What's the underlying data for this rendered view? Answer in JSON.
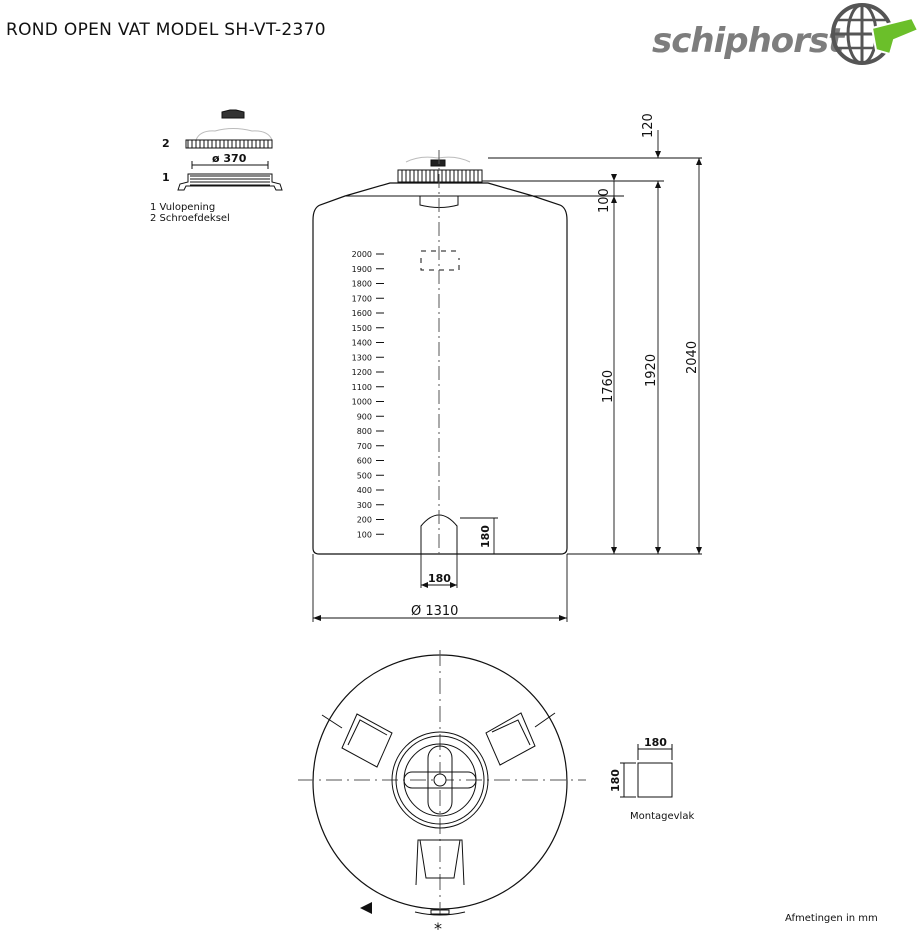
{
  "title": "ROND OPEN VAT MODEL SH-VT-2370",
  "brand": {
    "name_part1": "schip",
    "name_part2": "horst",
    "gray": "#7d7d7d",
    "green": "#6bbf2a",
    "globe": "#555555"
  },
  "legend": {
    "num1": "1",
    "num2": "2",
    "item1": "1 Vulopening",
    "item2": "2 Schroefdeksel",
    "lid_diameter": "ø 370"
  },
  "scale_marks": [
    "2000",
    "1900",
    "1800",
    "1700",
    "1600",
    "1500",
    "1400",
    "1300",
    "1200",
    "1100",
    "1000",
    "900",
    "800",
    "700",
    "600",
    "500",
    "400",
    "300",
    "200",
    "100"
  ],
  "dimensions": {
    "d120": "120",
    "d100": "100",
    "d1760": "1760",
    "d1920": "1920",
    "d2040": "2040",
    "d180_vert": "180",
    "d180_horiz": "180",
    "diameter": "Ø 1310"
  },
  "mount": {
    "width": "180",
    "height": "180",
    "label": "Montagevlak"
  },
  "footer": "Afmetingen in mm"
}
